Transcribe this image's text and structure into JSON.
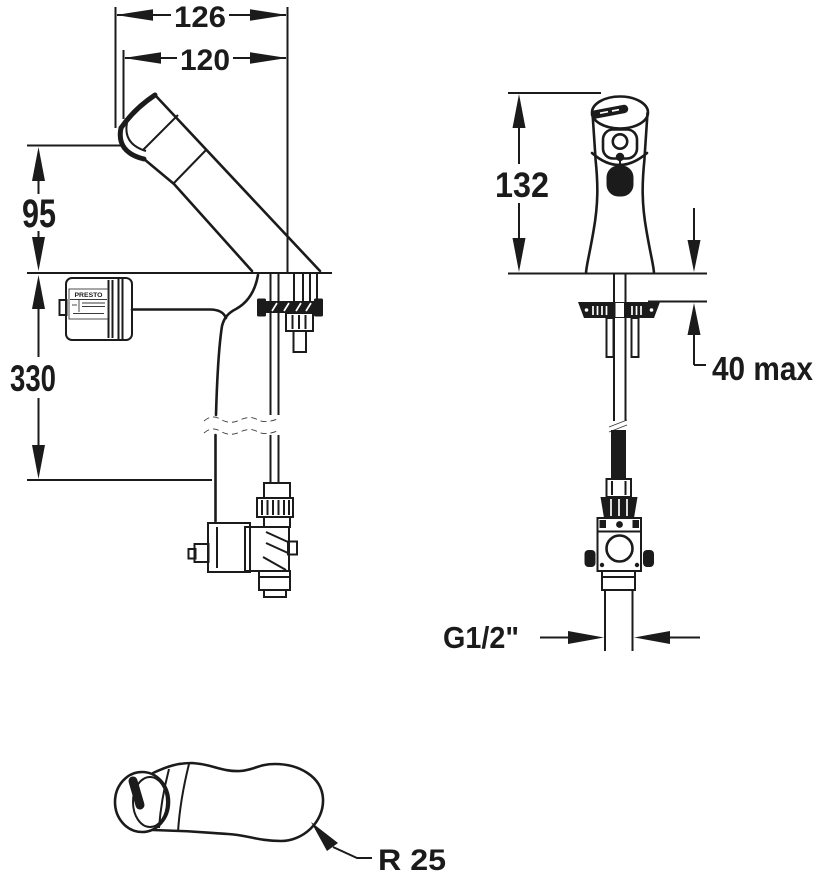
{
  "dimensions": {
    "overall_reach": "126",
    "aerator_reach": "120",
    "spout_height": "95",
    "supply_length": "330",
    "body_height": "132",
    "deck_max_thickness": "40 max",
    "connection_thread": "G1/2\"",
    "handle_radius": "R 25"
  },
  "labels": {
    "control_box_brand": "PRESTO"
  },
  "colors": {
    "ink": "#1b1b1b",
    "background": "#ffffff"
  }
}
